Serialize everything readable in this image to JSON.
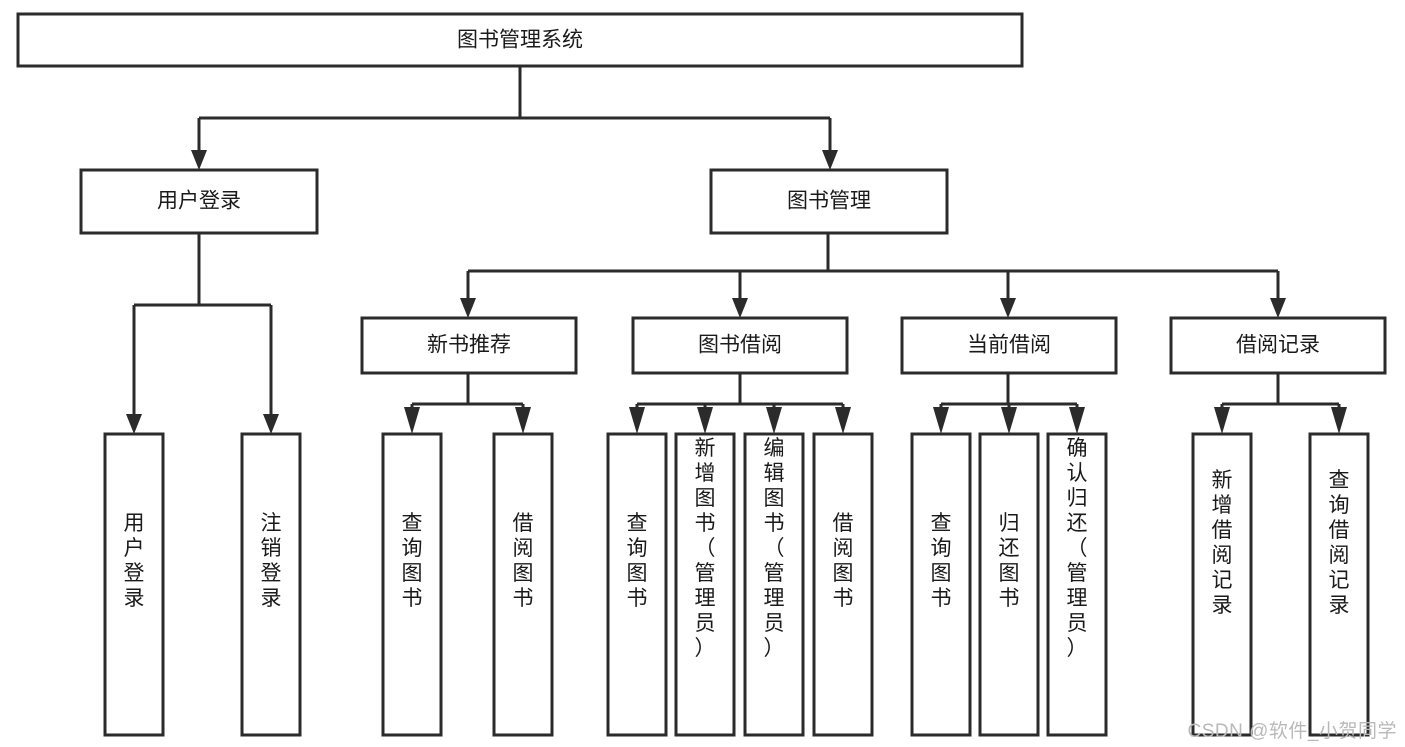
{
  "diagram": {
    "type": "tree-hierarchy-flowchart",
    "title": "图书管理系统",
    "orientation": "top-down",
    "box_fill": "#ffffff",
    "box_stroke": "#2b2b2b",
    "text_color": "#1a1a1a",
    "levels": 4,
    "root": {
      "label": "图书管理系统",
      "orientation": "horizontal",
      "children": [
        {
          "label": "用户登录",
          "orientation": "horizontal",
          "children": [
            {
              "label": "用户登录",
              "orientation": "vertical"
            },
            {
              "label": "注销登录",
              "orientation": "vertical"
            }
          ]
        },
        {
          "label": "图书管理",
          "orientation": "horizontal",
          "children": [
            {
              "label": "新书推荐",
              "orientation": "horizontal",
              "children": [
                {
                  "label": "查询图书",
                  "orientation": "vertical"
                },
                {
                  "label": "借阅图书",
                  "orientation": "vertical"
                }
              ]
            },
            {
              "label": "图书借阅",
              "orientation": "horizontal",
              "children": [
                {
                  "label": "查询图书",
                  "orientation": "vertical"
                },
                {
                  "label": "新增图书（管理员）",
                  "orientation": "vertical"
                },
                {
                  "label": "编辑图书（管理员）",
                  "orientation": "vertical"
                },
                {
                  "label": "借阅图书",
                  "orientation": "vertical"
                }
              ]
            },
            {
              "label": "当前借阅",
              "orientation": "horizontal",
              "children": [
                {
                  "label": "查询图书",
                  "orientation": "vertical"
                },
                {
                  "label": "归还图书",
                  "orientation": "vertical"
                },
                {
                  "label": "确认归还（管理员）",
                  "orientation": "vertical"
                }
              ]
            },
            {
              "label": "借阅记录",
              "orientation": "horizontal",
              "children": [
                {
                  "label": "新增借阅记录",
                  "orientation": "vertical"
                },
                {
                  "label": "查询借阅记录",
                  "orientation": "vertical"
                }
              ]
            }
          ]
        }
      ]
    },
    "nodes": {
      "root": "图书管理系统",
      "l2_user_login": "用户登录",
      "l2_book_manage": "图书管理",
      "l3_new_book_rec": "新书推荐",
      "l3_book_borrow": "图书借阅",
      "l3_current_borrow": "当前借阅",
      "l3_borrow_record": "借阅记录",
      "l4_user_login": "用户登录",
      "l4_user_logout": "注销登录",
      "l4_rec_query_book": "查询图书",
      "l4_rec_borrow_book": "借阅图书",
      "l4_brw_query_book": "查询图书",
      "l4_brw_add_book": "新增图书（管理员）",
      "l4_brw_edit_book": "编辑图书（管理员）",
      "l4_brw_borrow_book": "借阅图书",
      "l4_cur_query_book": "查询图书",
      "l4_cur_return_book": "归还图书",
      "l4_cur_confirm_return": "确认归还（管理员）",
      "l4_rec_add_record": "新增借阅记录",
      "l4_rec_query_record": "查询借阅记录"
    }
  },
  "watermark": {
    "text": "CSDN @软件_小贺同学"
  }
}
